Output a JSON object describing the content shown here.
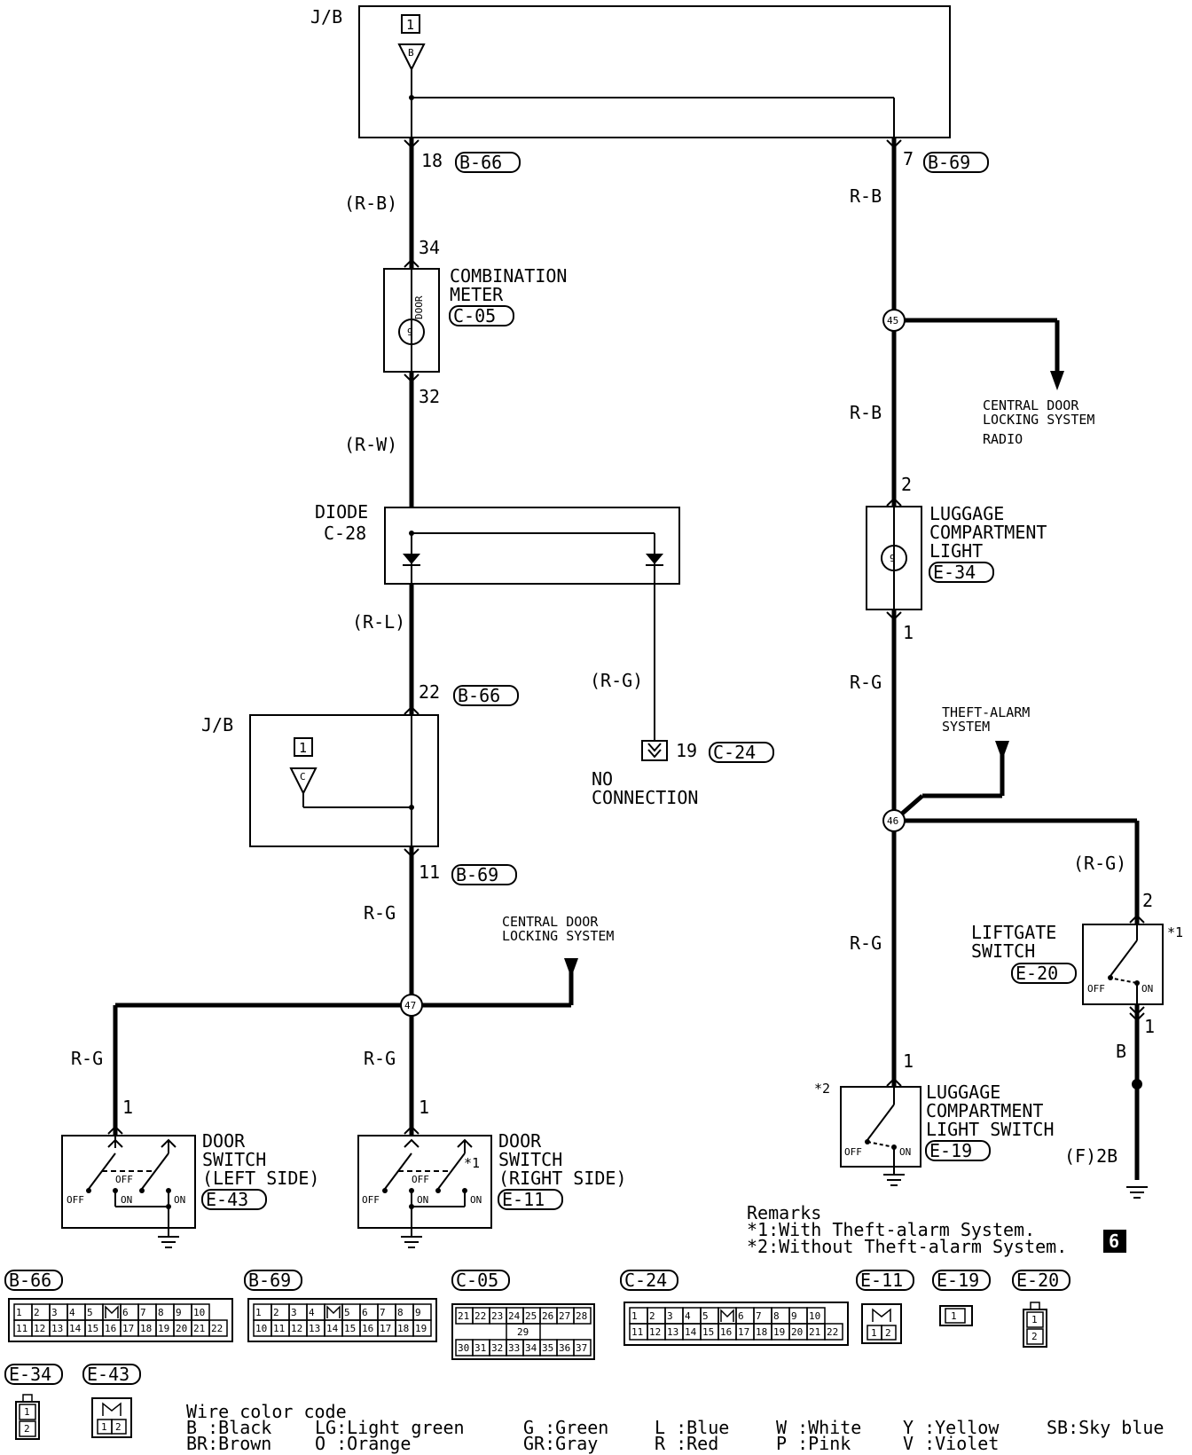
{
  "jb_top": {
    "label": "J/B",
    "number": "1",
    "terminal": "B"
  },
  "wires": {
    "left_18": {
      "pin": "18",
      "conn": "B-66",
      "color": "(R-B)"
    },
    "right_7": {
      "pin": "7",
      "conn": "B-69",
      "color": "R-B"
    },
    "meter_34": "34",
    "meter_32": "32",
    "meter_out_color": "(R-W)",
    "diode_out_color": "(R-L)",
    "diode_branch_color": "(R-G)",
    "jb2_pin22": {
      "pin": "22",
      "conn": "B-66"
    },
    "jb2_pin11": {
      "pin": "11",
      "conn": "B-69"
    },
    "after_jb2_color": "R-G",
    "left_door_color": "R-G",
    "right_door_color": "R-G",
    "right_lower_color1": "R-B",
    "right_lower_color2": "R-G",
    "right_lower_color3": "R-G",
    "liftgate_color": "(R-G)",
    "liftgate_out_color": "B"
  },
  "combination_meter": {
    "name_line1": "COMBINATION",
    "name_line2": "METER",
    "conn": "C-05",
    "lamp": "DOOR"
  },
  "diode": {
    "name": "DIODE",
    "code": "C-28"
  },
  "c24": {
    "pin": "19",
    "conn": "C-24",
    "note_line1": "NO",
    "note_line2": "CONNECTION"
  },
  "jb_mid": {
    "label": "J/B",
    "number": "1",
    "terminal": "C"
  },
  "junctions": {
    "j45": "45",
    "j46": "46",
    "j47": "47"
  },
  "central_door_right": {
    "line1": "CENTRAL DOOR",
    "line2": "LOCKING SYSTEM",
    "line3": "RADIO"
  },
  "central_door_left": {
    "line1": "CENTRAL DOOR",
    "line2": "LOCKING SYSTEM"
  },
  "theft_alarm": {
    "line1": "THEFT-ALARM",
    "line2": "SYSTEM"
  },
  "luggage_light": {
    "pin_top": "2",
    "pin_bottom": "1",
    "line1": "LUGGAGE",
    "line2": "COMPARTMENT",
    "line3": "LIGHT",
    "conn": "E-34"
  },
  "liftgate_switch": {
    "pin_top": "2",
    "pin_bottom": "1",
    "line1": "LIFTGATE",
    "line2": "SWITCH",
    "conn": "E-20",
    "mark": "*1",
    "off": "OFF",
    "on": "ON"
  },
  "luggage_switch": {
    "pin": "1",
    "line1": "LUGGAGE",
    "line2": "COMPARTMENT",
    "line3": "LIGHT SWITCH",
    "conn": "E-19",
    "mark": "*2",
    "off": "OFF",
    "on": "ON"
  },
  "ground_f2b": "(F)2B",
  "door_left": {
    "pin": "1",
    "line1": "DOOR",
    "line2": "SWITCH",
    "line3": "(LEFT SIDE)",
    "conn": "E-43",
    "off1": "OFF",
    "off2": "OFF",
    "on1": "ON",
    "on2": "ON"
  },
  "door_right": {
    "pin": "1",
    "line1": "DOOR",
    "line2": "SWITCH",
    "line3": "(RIGHT SIDE)",
    "conn": "E-11",
    "mark": "*1",
    "off1": "OFF",
    "off2": "OFF",
    "on1": "ON",
    "on2": "ON"
  },
  "remarks": {
    "title": "Remarks",
    "r1": "*1:With Theft-alarm System.",
    "r2": "*2:Without Theft-alarm System.",
    "page": "6"
  },
  "connectors": {
    "b66": {
      "label": "B-66",
      "row1": [
        "1",
        "2",
        "3",
        "4",
        "5",
        "",
        "6",
        "7",
        "8",
        "9",
        "10"
      ],
      "row2": [
        "11",
        "12",
        "13",
        "14",
        "15",
        "16",
        "17",
        "18",
        "19",
        "20",
        "21",
        "22"
      ]
    },
    "b69": {
      "label": "B-69",
      "row1": [
        "1",
        "2",
        "3",
        "4",
        "",
        "5",
        "6",
        "7",
        "8",
        "9"
      ],
      "row2": [
        "10",
        "11",
        "12",
        "13",
        "14",
        "15",
        "16",
        "17",
        "18",
        "19"
      ]
    },
    "c05": {
      "label": "C-05",
      "row1": [
        "21",
        "22",
        "23",
        "24",
        "25",
        "26",
        "27",
        "28"
      ],
      "mid": "29",
      "row2": [
        "30",
        "31",
        "32",
        "33",
        "34",
        "35",
        "36",
        "37"
      ]
    },
    "c24": {
      "label": "C-24",
      "row1": [
        "1",
        "2",
        "3",
        "4",
        "5",
        "",
        "6",
        "7",
        "8",
        "9",
        "10"
      ],
      "row2": [
        "11",
        "12",
        "13",
        "14",
        "15",
        "16",
        "17",
        "18",
        "19",
        "20",
        "21",
        "22"
      ]
    },
    "e11": {
      "label": "E-11",
      "pins": [
        "1",
        "2"
      ]
    },
    "e19": {
      "label": "E-19",
      "pins": [
        "1"
      ]
    },
    "e20": {
      "label": "E-20",
      "pins": [
        "1",
        "2"
      ]
    },
    "e34": {
      "label": "E-34",
      "pins": [
        "1",
        "2"
      ]
    },
    "e43": {
      "label": "E-43",
      "pins": [
        "1",
        "2"
      ]
    }
  },
  "wire_codes": {
    "title": "Wire color code",
    "col1": [
      "B :Black",
      "BR:Brown"
    ],
    "col2": [
      "LG:Light green",
      "O :Orange"
    ],
    "col3": [
      "G :Green",
      "GR:Gray"
    ],
    "col4": [
      "L :Blue",
      "R :Red"
    ],
    "col5": [
      "W :White",
      "P :Pink"
    ],
    "col6": [
      "Y :Yellow",
      "V :Violet"
    ],
    "col7": [
      "SB:Sky blue"
    ]
  }
}
